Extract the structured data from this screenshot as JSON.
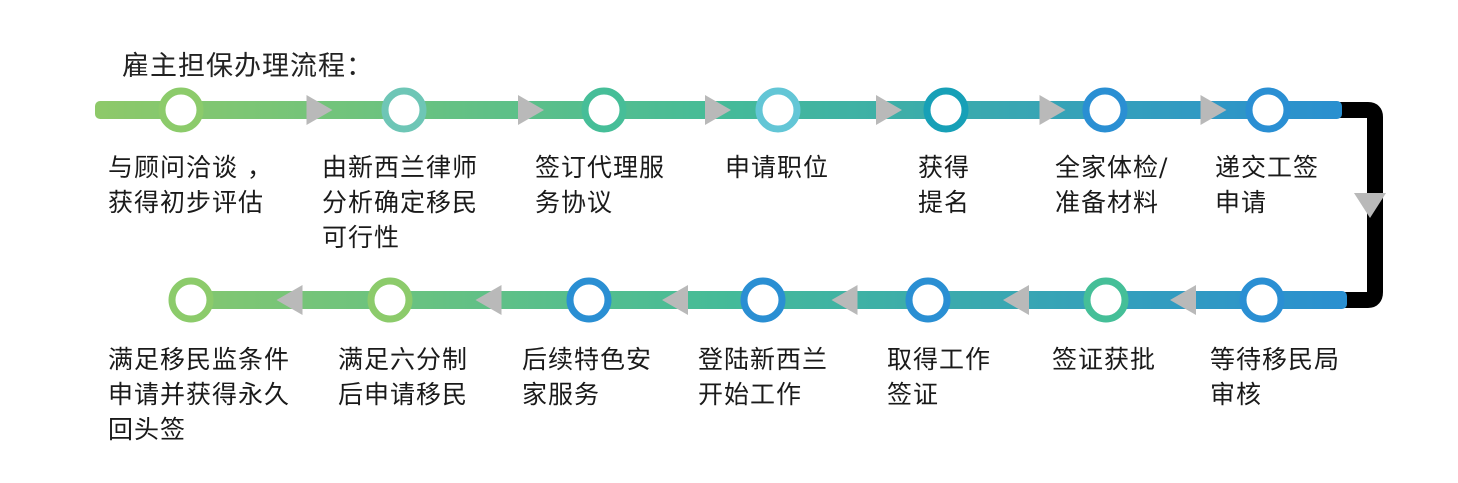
{
  "title": "雇主担保办理流程：",
  "colors": {
    "track_start": "#8ec969",
    "track_mid": "#45bb98",
    "track_end": "#2a8fd0",
    "connector": "#000000",
    "arrow": "#b9b9b9"
  },
  "row1": [
    {
      "label": "与顾问洽谈 ，\n获得初步评估",
      "ring": "#8ccb6b"
    },
    {
      "label": "由新西兰律师\n分析确定移民\n可行性",
      "ring": "#6ec6b6"
    },
    {
      "label": "签订代理服\n务协议",
      "ring": "#46be98"
    },
    {
      "label": "申请职位",
      "ring": "#63c6d6"
    },
    {
      "label": "获得\n提名",
      "ring": "#17a0b7"
    },
    {
      "label": "全家体检/\n准备材料",
      "ring": "#2a8fd3"
    },
    {
      "label": "递交工签\n申请",
      "ring": "#2a8fd3"
    }
  ],
  "row2": [
    {
      "label": "满足移民监条件\n申请并获得永久\n回头签",
      "ring": "#8ccb6b"
    },
    {
      "label": "满足六分制\n后申请移民",
      "ring": "#8ccb6b"
    },
    {
      "label": "后续特色安\n家服务",
      "ring": "#2a8fd3"
    },
    {
      "label": "登陆新西兰\n开始工作",
      "ring": "#2a8fd3"
    },
    {
      "label": "取得工作\n签证",
      "ring": "#2a8fd3"
    },
    {
      "label": "签证获批",
      "ring": "#45bf98"
    },
    {
      "label": "等待移民局\n审核",
      "ring": "#2a8fd3"
    }
  ]
}
